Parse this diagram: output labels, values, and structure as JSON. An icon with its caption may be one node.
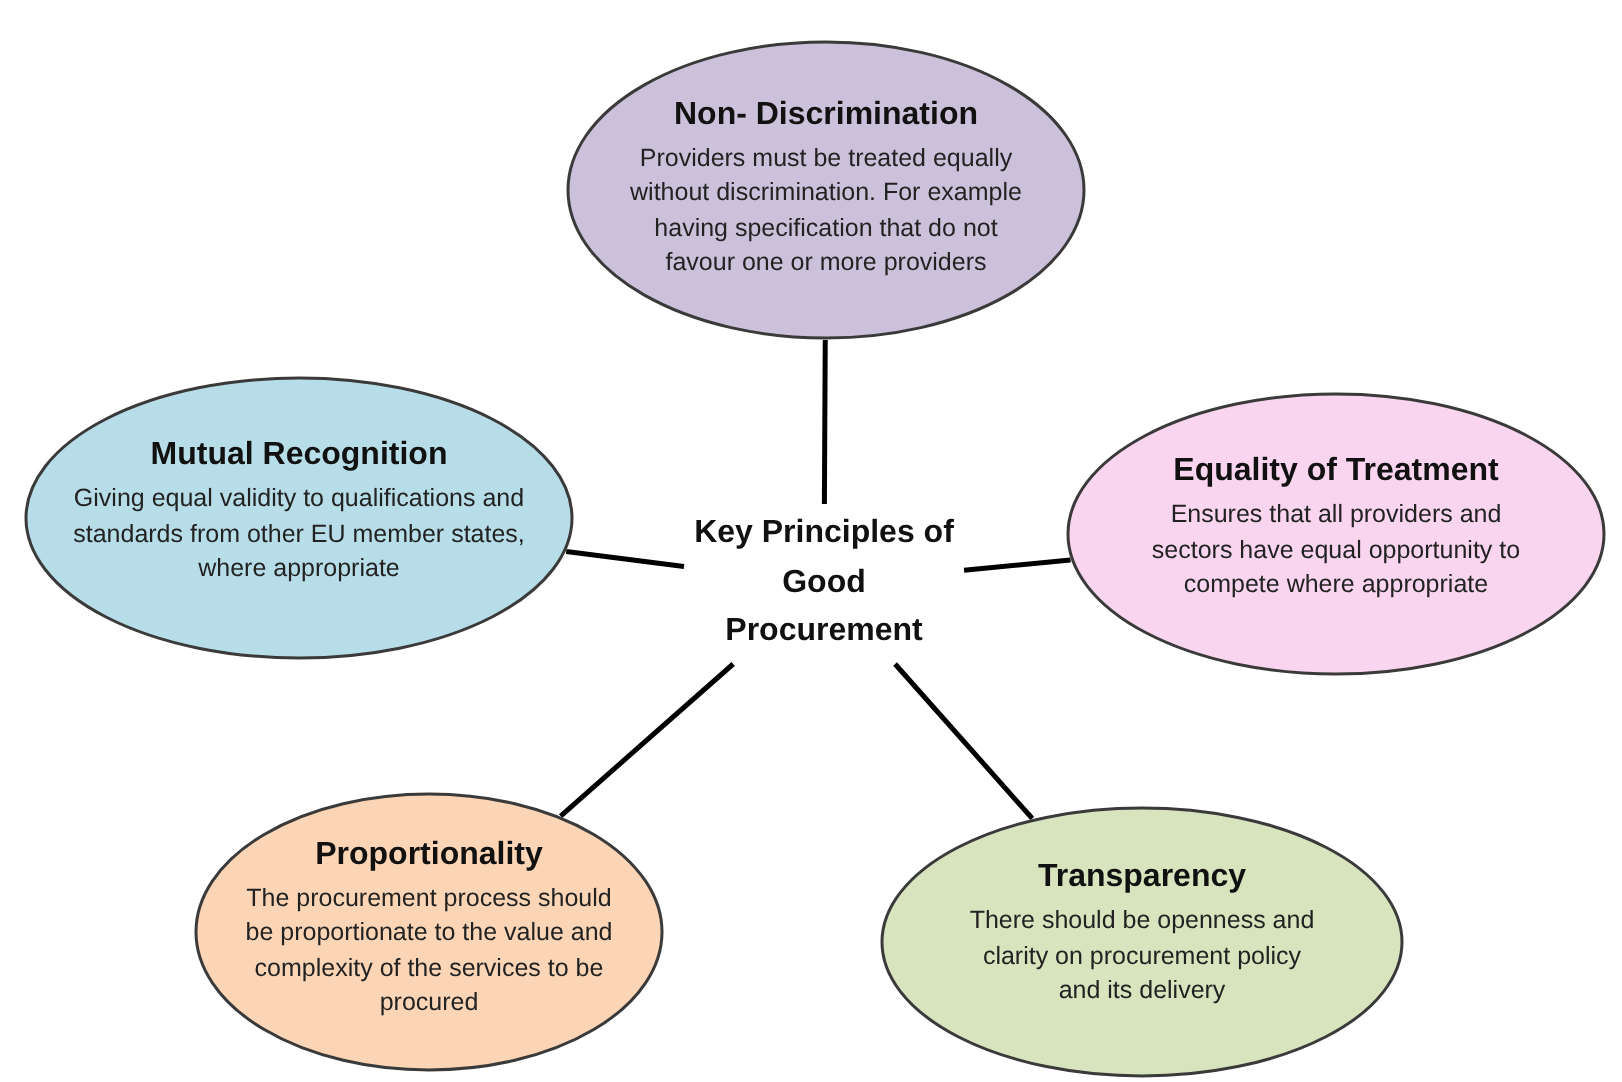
{
  "diagram": {
    "nodes": [
      {
        "text": [
          "Non- Discrimination",
          "Providers must be treated equally without discrimination. For example having specification that do not favour one or more providers"
        ]
      },
      {
        "text": [
          "Mutual Recognition",
          "Giving equal validity to qualifications and standards from other EU member states, where appropriate"
        ]
      },
      {
        "text": [
          "Key Principles of Good Procurement"
        ]
      },
      {
        "text": [
          "Equality of Treatment",
          "Ensures that all providers and sectors have equal opportunity to compete  where appropriate"
        ]
      },
      {
        "text": [
          "Proportionality",
          "The procurement process should be proportionate to the value and complexity of the services to be procured"
        ]
      },
      {
        "text": [
          "Transparency",
          "There should be openness and clarity on procurement policy and its delivery"
        ]
      }
    ],
    "edges": [
      {
        "from": 2,
        "to": 0,
        "arrow": "none"
      },
      {
        "from": 2,
        "to": 1,
        "arrow": "none"
      },
      {
        "from": 2,
        "to": 3,
        "arrow": "none"
      },
      {
        "from": 2,
        "to": 4,
        "arrow": "none"
      },
      {
        "from": 2,
        "to": 5,
        "arrow": "none"
      }
    ]
  }
}
